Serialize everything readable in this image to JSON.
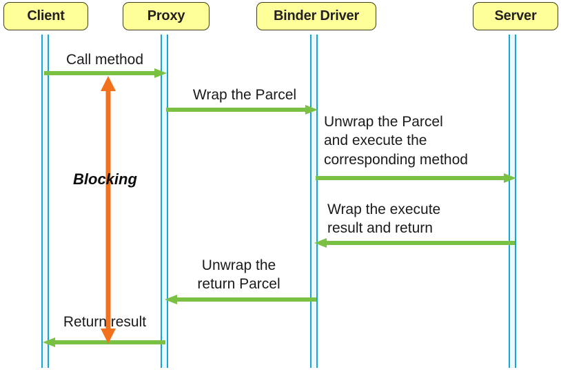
{
  "diagram": {
    "title": "Binder IPC sequence diagram",
    "type": "sequence-diagram",
    "colors": {
      "actor_fill": "#ffff99",
      "actor_border": "#3d3d1a",
      "lifeline": "#18a5d6",
      "message_arrow": "#7ac143",
      "blocking_arrow": "#f2711c",
      "background": "#ffffff",
      "text": "#1a1a1a"
    },
    "actors": [
      {
        "id": "client",
        "label": "Client"
      },
      {
        "id": "proxy",
        "label": "Proxy"
      },
      {
        "id": "binder_driver",
        "label": "Binder Driver"
      },
      {
        "id": "server",
        "label": "Server"
      }
    ],
    "messages": [
      {
        "id": "call-method",
        "label": "Call method",
        "from": "client",
        "to": "proxy",
        "direction": "right"
      },
      {
        "id": "wrap-the-parcel",
        "label": "Wrap the Parcel",
        "from": "proxy",
        "to": "binder_driver",
        "direction": "right"
      },
      {
        "id": "unwrap-and-execute",
        "label": "Unwrap the Parcel\nand execute the\ncorresponding method",
        "from": "binder_driver",
        "to": "server",
        "direction": "right"
      },
      {
        "id": "wrap-result-and-return",
        "label": "Wrap the execute\nresult and return",
        "from": "server",
        "to": "binder_driver",
        "direction": "left"
      },
      {
        "id": "unwrap-return-parcel",
        "label": "Unwrap the\nreturn Parcel",
        "from": "binder_driver",
        "to": "proxy",
        "direction": "left"
      },
      {
        "id": "return-result",
        "label": "Return result",
        "from": "proxy",
        "to": "client",
        "direction": "left"
      }
    ],
    "annotations": [
      {
        "id": "blocking",
        "label": "Blocking",
        "style": "bold-italic",
        "marker": "double-headed-vertical-arrow"
      }
    ]
  }
}
